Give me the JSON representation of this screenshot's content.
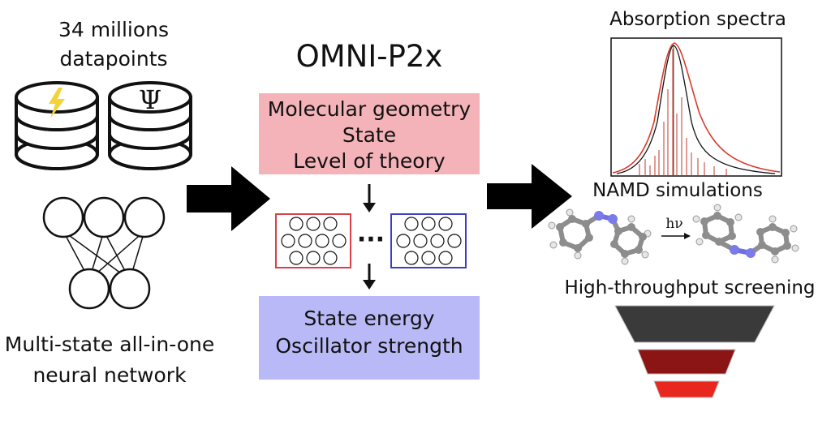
{
  "left": {
    "dataset_line1": "34 millions",
    "dataset_line2": "datapoints",
    "db_icons": [
      "lightning-bolt",
      "psi-symbol"
    ],
    "psi_glyph": "Ψ",
    "caption_line1": "Multi-state all-in-one",
    "caption_line2": "neural network"
  },
  "center": {
    "title": "OMNI-P2x",
    "inputs": [
      "Molecular geometry",
      "State",
      "Level of theory"
    ],
    "ellipsis": "···",
    "outputs": [
      "State energy",
      "Oscillator strength"
    ],
    "colors": {
      "input_box": "#f4b3b8",
      "output_box": "#b9b9f7",
      "red_net": "#d9404a",
      "blue_net": "#3e3ec4"
    }
  },
  "right": {
    "spectra_title": "Absorption spectra",
    "namd_title": "NAMD simulations",
    "photon_label": "hν",
    "screening_title": "High-throughput screening",
    "funnel_colors": [
      "#3a3a3a",
      "#8b1414",
      "#e8271e"
    ]
  }
}
